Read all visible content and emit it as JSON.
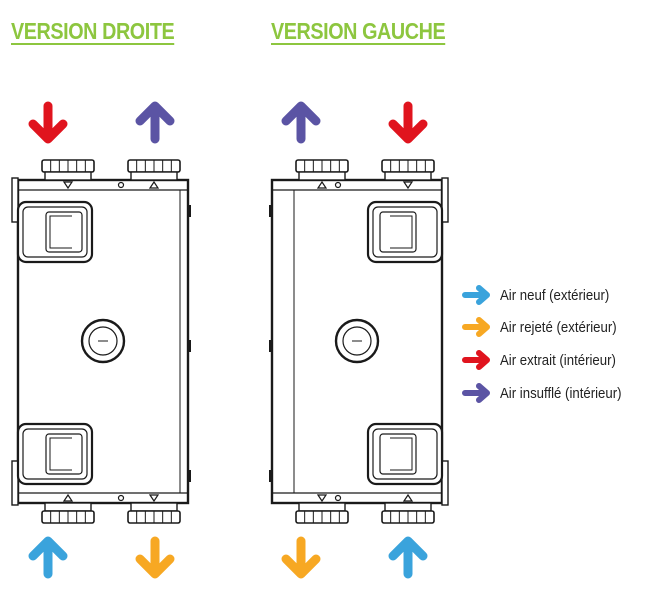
{
  "titles": {
    "droite": "VERSION DROITE",
    "gauche": "VERSION GAUCHE"
  },
  "colors": {
    "title": "#8dc63f",
    "air_neuf": "#3aa3dc",
    "air_rejete": "#f7a823",
    "air_extrait": "#e0141e",
    "air_insuffle": "#5b54a4",
    "outline": "#1a1a1a"
  },
  "legend": [
    {
      "key": "air_neuf",
      "label": "Air neuf (extérieur)",
      "icon": "arrow-right-icon"
    },
    {
      "key": "air_rejete",
      "label": "Air rejeté (extérieur)",
      "icon": "arrow-right-icon"
    },
    {
      "key": "air_extrait",
      "label": "Air extrait (intérieur)",
      "icon": "arrow-right-icon"
    },
    {
      "key": "air_insuffle",
      "label": "Air insufflé (intérieur)",
      "icon": "arrow-right-icon"
    }
  ],
  "versions": [
    {
      "name": "droite",
      "top_left": "air_extrait",
      "top_right": "air_insuffle",
      "bottom_left": "air_neuf",
      "bottom_right": "air_rejete"
    },
    {
      "name": "gauche",
      "top_left": "air_insuffle",
      "top_right": "air_extrait",
      "bottom_left": "air_rejete",
      "bottom_right": "air_neuf"
    }
  ]
}
